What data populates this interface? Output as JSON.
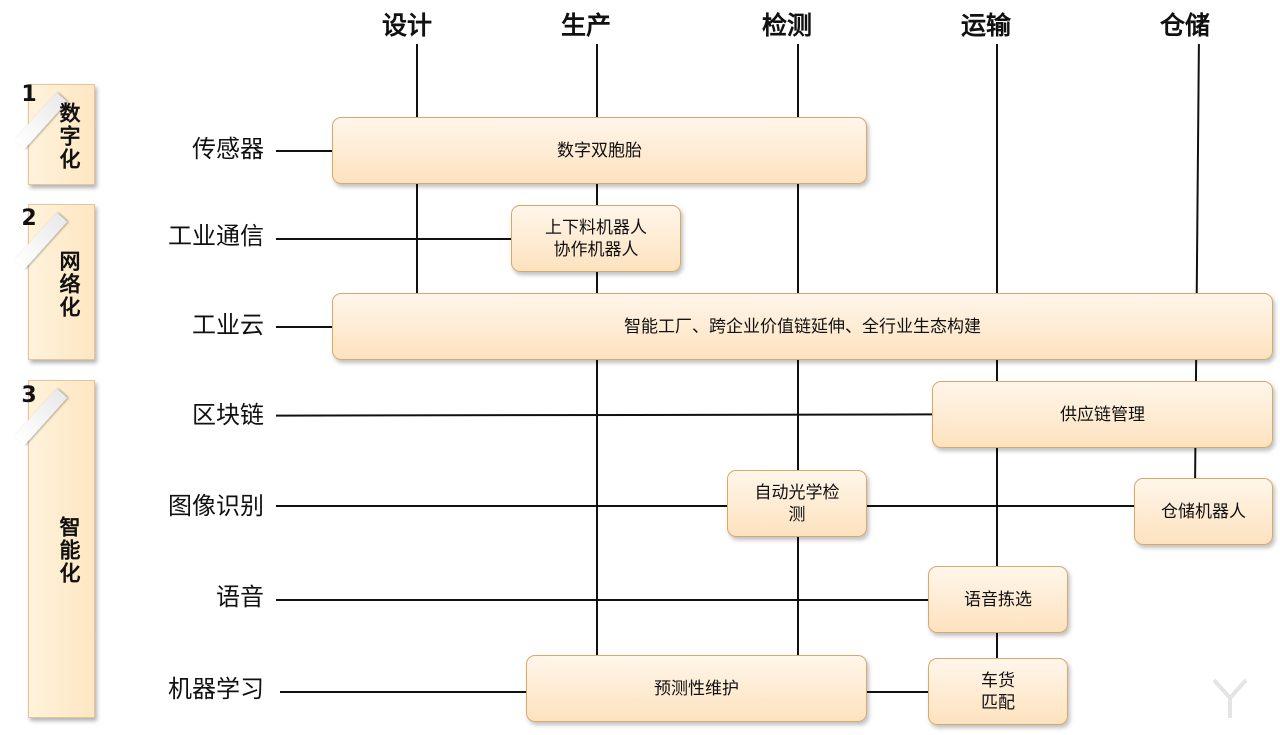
{
  "stages": [
    {
      "id": "design",
      "label": "设计"
    },
    {
      "id": "production",
      "label": "生产"
    },
    {
      "id": "inspection",
      "label": "检测"
    },
    {
      "id": "transport",
      "label": "运输"
    },
    {
      "id": "storage",
      "label": "仓储"
    }
  ],
  "phases": [
    {
      "num": "1",
      "label": "数字化"
    },
    {
      "num": "2",
      "label": "网络化"
    },
    {
      "num": "3",
      "label": "智能化"
    }
  ],
  "rows": [
    {
      "id": "sensor",
      "label": "传感器"
    },
    {
      "id": "industrial-comm",
      "label": "工业通信"
    },
    {
      "id": "industrial-cloud",
      "label": "工业云"
    },
    {
      "id": "blockchain",
      "label": "区块链"
    },
    {
      "id": "image-recognition",
      "label": "图像识别"
    },
    {
      "id": "voice",
      "label": "语音"
    },
    {
      "id": "machine-learning",
      "label": "机器学习"
    }
  ],
  "boxes": {
    "digital_twin": "数字双胞胎",
    "loading_robot": [
      "上下料机器人",
      "协作机器人"
    ],
    "smart_factory": "智能工厂、跨企业价值链延伸、全行业生态构建",
    "supply_chain": "供应链管理",
    "aoi": [
      "自动光学检",
      "测"
    ],
    "warehouse_robot": "仓储机器人",
    "voice_picking": "语音拣选",
    "predictive_maintenance": "预测性维护",
    "vehicle_cargo": [
      "车货",
      "匹配"
    ]
  },
  "colors": {
    "box_fill_top": "#fff6ea",
    "box_fill_bottom": "#fde2bf",
    "box_border": "#d9a86c",
    "line": "#111111"
  }
}
